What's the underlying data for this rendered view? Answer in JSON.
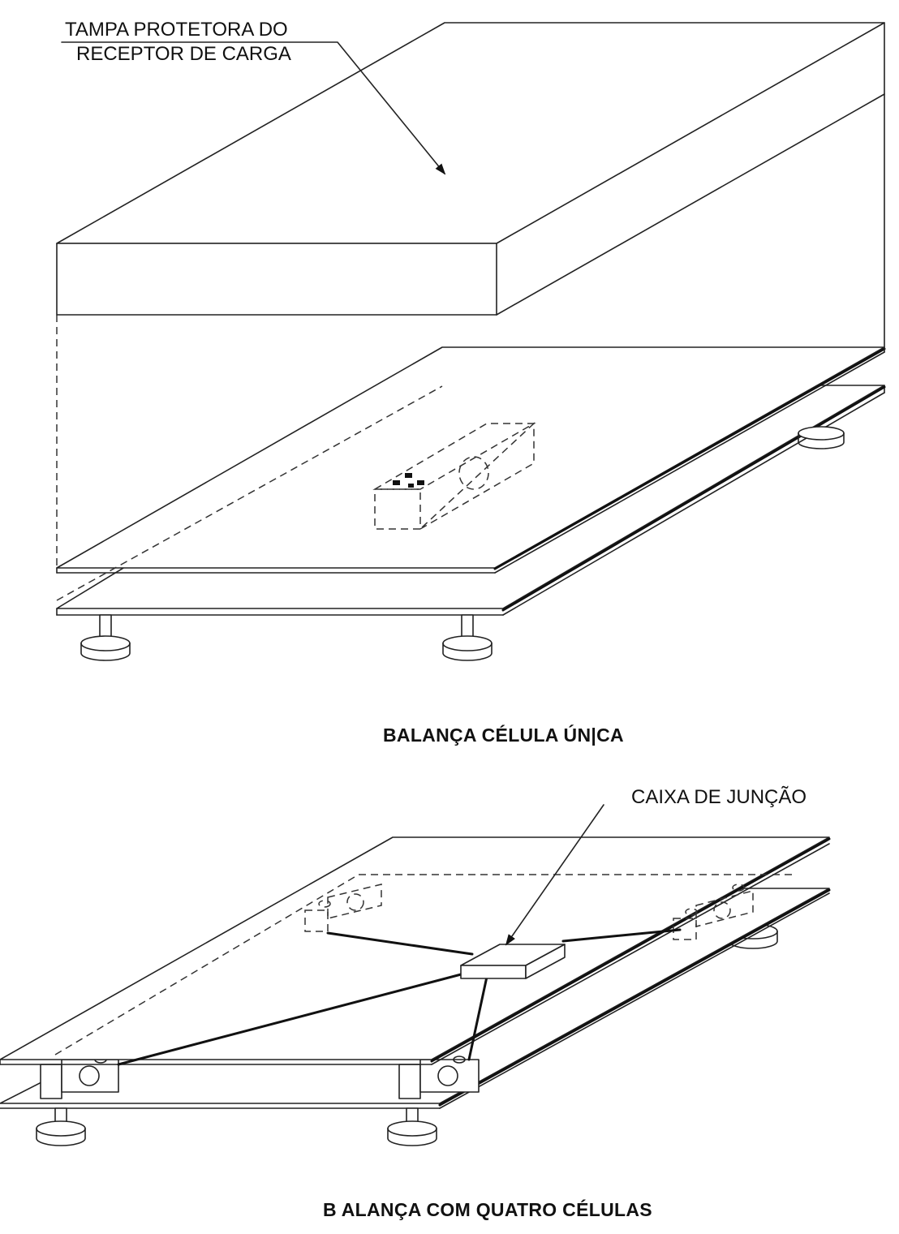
{
  "figure_top": {
    "callout_line1": "TAMPA PROTETORA DO",
    "callout_line2": "RECEPTOR DE CARGA",
    "caption": "BALANÇA CÉLULA ÚN|CA"
  },
  "figure_bottom": {
    "callout": "CAIXA DE JUNÇÃO",
    "caption": "B ALANÇA COM QUATRO CÉLULAS"
  }
}
